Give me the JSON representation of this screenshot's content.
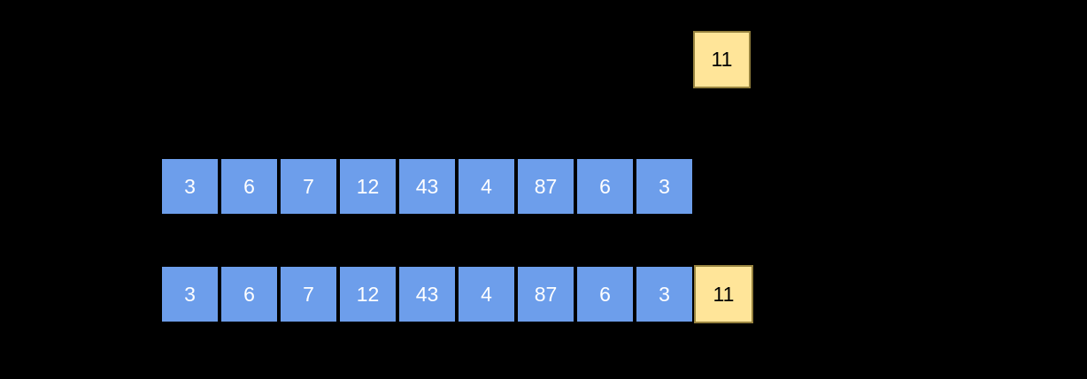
{
  "diagram": {
    "kind": "array-append-illustration",
    "background_color": "#000000"
  },
  "colors": {
    "cell_blue_fill": "#6d9eeb",
    "cell_blue_text": "#ffffff",
    "cell_blue_border": "#000000",
    "cell_yellow_fill": "#ffe599",
    "cell_yellow_text": "#000000",
    "cell_yellow_border": "#96823f"
  },
  "floating_value": {
    "label": "11"
  },
  "array_before": {
    "values": [
      "3",
      "6",
      "7",
      "12",
      "43",
      "4",
      "87",
      "6",
      "3"
    ]
  },
  "array_after": {
    "values": [
      "3",
      "6",
      "7",
      "12",
      "43",
      "4",
      "87",
      "6",
      "3",
      "11"
    ],
    "highlight_index": 9
  }
}
